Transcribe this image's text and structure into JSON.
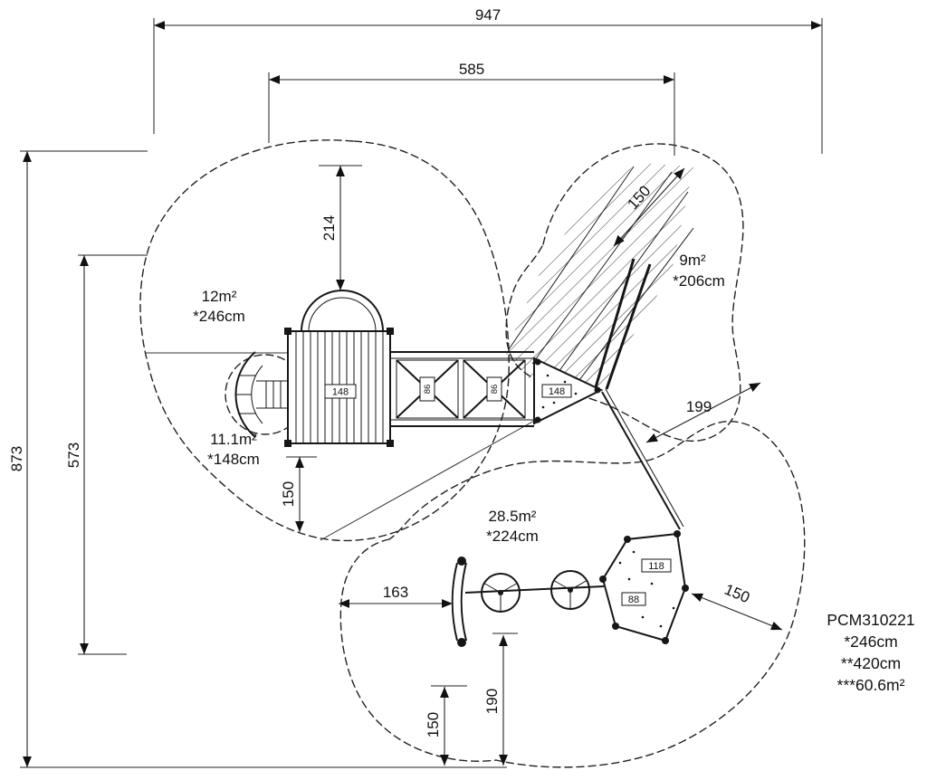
{
  "drawing": {
    "part": {
      "code": "PCM310221",
      "star1": "*246cm",
      "star2": "**420cm",
      "star3": "***60.6m²"
    },
    "dimensions": {
      "overall_width": "947",
      "platform_width": "585",
      "overall_height": "873",
      "inner_height": "573",
      "top_clearance": "214",
      "tower_clearance": "150",
      "net_length": "150",
      "rope_length": "199",
      "bottom_width": "163",
      "spinner_clearance": "190",
      "wall_clearance": "150",
      "hex_clearance": "150"
    },
    "zones": {
      "tower": {
        "area": "12m²",
        "height": "*246cm"
      },
      "net": {
        "area": "9m²",
        "height": "*206cm"
      },
      "climber": {
        "area": "11.1m²",
        "height": "*148cm"
      },
      "spinner": {
        "area": "28.5m²",
        "height": "*224cm"
      }
    },
    "platforms": {
      "tower_height": "148",
      "bridge_left": "86",
      "bridge_right": "86",
      "triangle_height": "148",
      "hex_height": "118",
      "hex_low": "88"
    }
  }
}
